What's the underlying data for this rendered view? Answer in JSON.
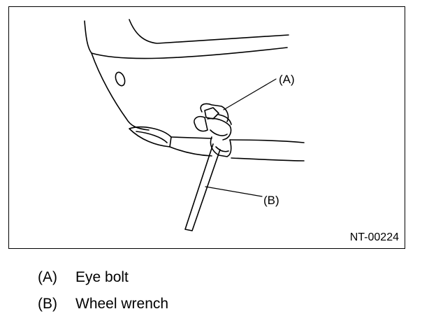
{
  "figure": {
    "id_label": "NT-00224",
    "callouts": {
      "a": "(A)",
      "b": "(B)"
    }
  },
  "legend": {
    "items": [
      {
        "key": "(A)",
        "text": "Eye bolt"
      },
      {
        "key": "(B)",
        "text": "Wheel wrench"
      }
    ]
  }
}
